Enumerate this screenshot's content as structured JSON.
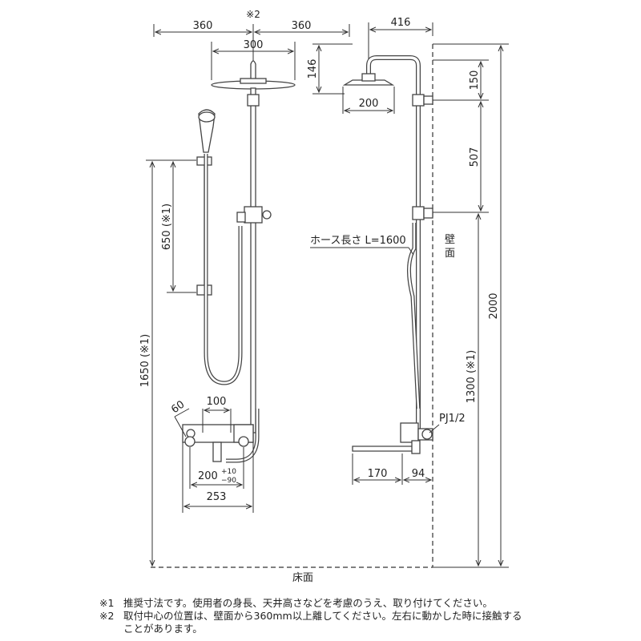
{
  "dimensions": {
    "top_left_360": "360",
    "top_right_360": "360",
    "note2_mark": "※2",
    "head_width_300": "300",
    "slide_650": "650 (※1)",
    "height_1650": "1650 (※1)",
    "angle_60": "60",
    "pitch_100": "100",
    "pitch_200_base": "200",
    "pitch_200_plus": "+10",
    "pitch_200_minus": "−90",
    "width_253": "253",
    "arm_416": "416",
    "drop_146": "146",
    "head_200": "200",
    "bracket_150": "150",
    "bracket_507": "507",
    "height_2000": "2000",
    "height_1300": "1300 (※1)",
    "spout_170": "170",
    "depth_94": "94"
  },
  "labels": {
    "hose_length": "ホース長さ L=1600",
    "wall": "壁面",
    "floor": "床面",
    "pipe_thread": "PJ1/2"
  },
  "notes": [
    {
      "mark": "※1",
      "text": "推奨寸法です。使用者の身長、天井高さなどを考慮のうえ、取り付けてください。"
    },
    {
      "mark": "※2",
      "text": "取付中心の位置は、壁面から360mm以上離してください。左右に動かした時に接触する",
      "text2": "ことがあります。"
    }
  ]
}
